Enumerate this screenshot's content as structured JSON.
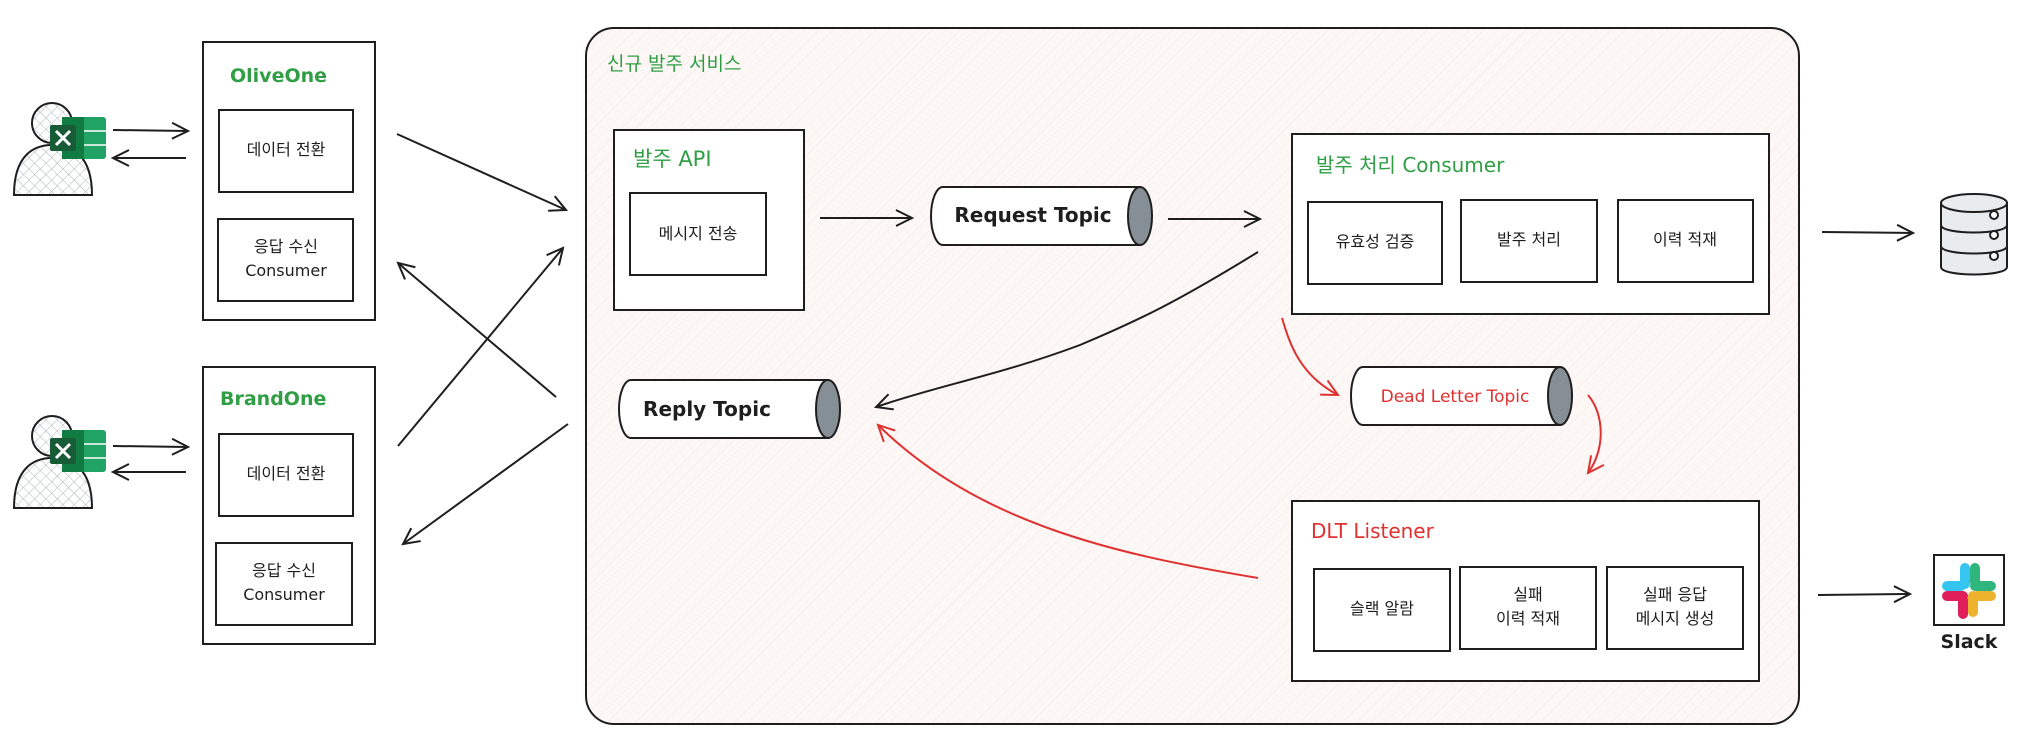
{
  "colors": {
    "green": "#2f9e44",
    "red": "#e03131",
    "stroke": "#1e1e1e",
    "service_bg": "#fdf8f6",
    "topic_cap": "#868e96"
  },
  "icons": {
    "user_excel": "user-with-excel-icon",
    "database": "database-icon",
    "slack": "slack-icon"
  },
  "clients": [
    {
      "name": "OliveOne",
      "data_convert": "데이터 전환",
      "reply_line1": "응답 수신",
      "reply_line2": "Consumer"
    },
    {
      "name": "BrandOne",
      "data_convert": "데이터 전환",
      "reply_line1": "응답 수신",
      "reply_line2": "Consumer"
    }
  ],
  "service": {
    "title": "신규 발주 서비스",
    "api": {
      "title": "발주 API",
      "send": "메시지 전송"
    },
    "request_topic": "Request Topic",
    "reply_topic": "Reply Topic",
    "dead_letter_topic": "Dead Letter Topic",
    "consumer": {
      "title": "발주 처리 Consumer",
      "steps": [
        "유효성 검증",
        "발주 처리",
        "이력 적재"
      ]
    },
    "dlt": {
      "title": "DLT Listener",
      "steps": [
        {
          "line1": "슬랙 알람",
          "line2": ""
        },
        {
          "line1": "실패",
          "line2": "이력 적재"
        },
        {
          "line1": "실패 응답",
          "line2": "메시지 생성"
        }
      ]
    }
  },
  "slack_label": "Slack"
}
